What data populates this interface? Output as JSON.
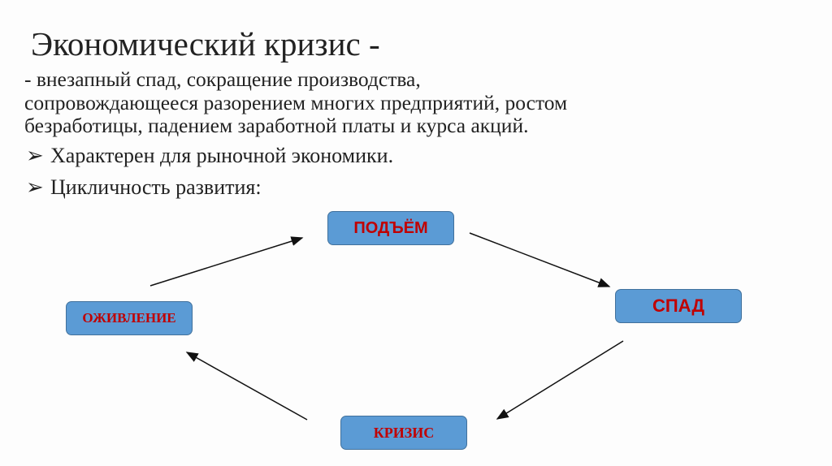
{
  "title": "Экономический кризис -",
  "definition": [
    "- внезапный спад, сокращение производства,",
    "сопровождающееся разорением многих предприятий, ростом",
    "безработицы, падением заработной платы и курса акций."
  ],
  "bullets": [
    "Характерен для рыночной экономики.",
    "Цикличность развития:"
  ],
  "bullet_marker": "➢",
  "cycle": {
    "rise": "ПОДЪЁМ",
    "decline": "СПАД",
    "crisis": "КРИЗИС",
    "revival": "ОЖИВЛЕНИЕ"
  },
  "colors": {
    "box": "#5b9bd5",
    "label": "#c00000"
  }
}
